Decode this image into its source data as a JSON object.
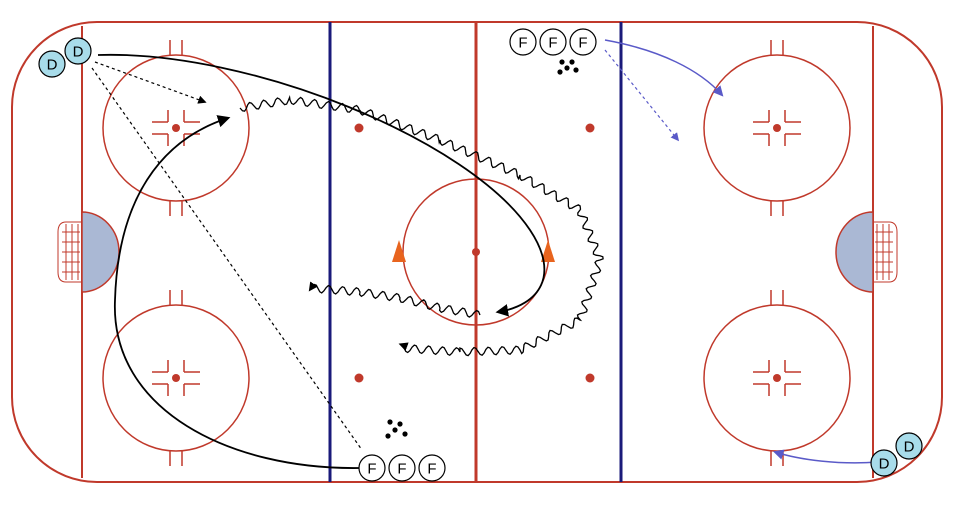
{
  "diagram": {
    "type": "hockey-drill",
    "colors": {
      "boards": "#c0392b",
      "red_line": "#c0392b",
      "blue_line": "#1a1a7a",
      "goal_crease": "#aab8d4",
      "forward_fill": "#ffffff",
      "defense_fill": "#a8dcea",
      "pass_arrow_purple": "#5a5ac8",
      "orange_arrow": "#e8641e",
      "skate_path": "#000000"
    },
    "players": {
      "top_left_d1": "D",
      "top_left_d2": "D",
      "top_center_f1": "F",
      "top_center_f2": "F",
      "top_center_f3": "F",
      "bottom_center_f1": "F",
      "bottom_center_f2": "F",
      "bottom_center_f3": "F",
      "bottom_right_d1": "D",
      "bottom_right_d2": "D"
    },
    "icons": {
      "puck_pile_top": "puck-pile-icon",
      "puck_pile_bottom": "puck-pile-icon"
    }
  }
}
